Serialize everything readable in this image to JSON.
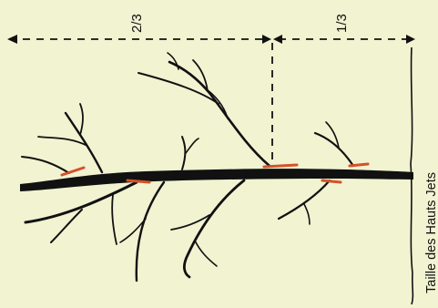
{
  "labels": {
    "two_thirds": "2/3",
    "one_third": "1/3",
    "caption": "Taille des Hauts Jets"
  },
  "colors": {
    "background": "#f1f3d1",
    "branch": "#111111",
    "cut_mark": "#d4522a"
  }
}
